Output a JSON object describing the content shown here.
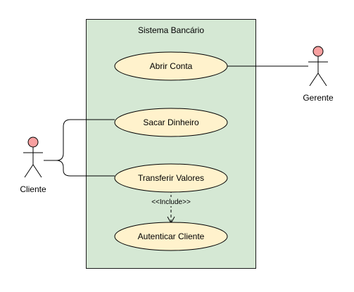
{
  "diagram": {
    "system": {
      "title": "Sistema Bancário"
    },
    "use_cases": {
      "abrir_conta": "Abrir Conta",
      "sacar_dinheiro": "Sacar Dinheiro",
      "transferir_valores": "Transferir Valores",
      "autenticar_cliente": "Autenticar Cliente"
    },
    "actors": {
      "gerente": "Gerente",
      "cliente": "Cliente"
    },
    "relations": {
      "include_label": "<<Include>>"
    },
    "colors": {
      "system_fill": "#d5e8d4",
      "system_stroke": "#1a1a1a",
      "use_case_fill": "#fff2cc",
      "use_case_stroke": "#000000",
      "actor_head_fill": "#f8a0a0",
      "line": "#000000"
    }
  }
}
